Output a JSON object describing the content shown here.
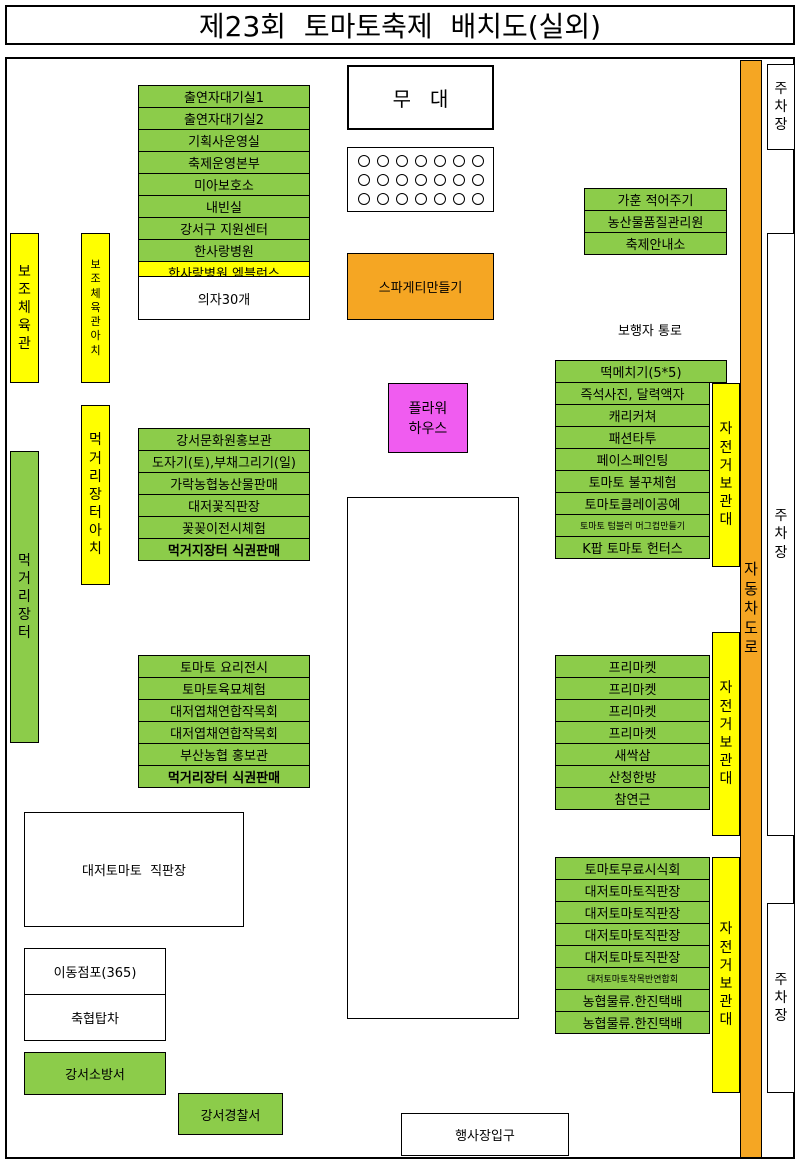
{
  "title": "제23회  토마토축제  배치도(실외)",
  "stage": "무   대",
  "seats_rows": 3,
  "seats_cols": 7,
  "top_left_column": [
    {
      "text": "출연자대기실1",
      "color": "green"
    },
    {
      "text": "출연자대기실2",
      "color": "green"
    },
    {
      "text": "기획사운영실",
      "color": "green"
    },
    {
      "text": "축제운영본부",
      "color": "green"
    },
    {
      "text": "미아보호소",
      "color": "green"
    },
    {
      "text": "내빈실",
      "color": "green"
    },
    {
      "text": "강서구 지원센터",
      "color": "green"
    },
    {
      "text": "한사랑병원",
      "color": "green"
    },
    {
      "text": "한사랑병원 엠블런스",
      "color": "yellow"
    }
  ],
  "chairs": "의자30개",
  "spaghetti": "스파게티만들기",
  "flower_house": "플라워\n하우스",
  "walkway": "보행자 통로",
  "info_column": [
    "가훈 적어주기",
    "농산물품질관리원",
    "축제안내소"
  ],
  "mid_left_column": [
    {
      "text": "강서문화원홍보관",
      "bold": false
    },
    {
      "text": "도자기(토),부채그리기(일)",
      "bold": false
    },
    {
      "text": "가락농협농산물판매",
      "bold": false
    },
    {
      "text": "대저꽃직판장",
      "bold": false
    },
    {
      "text": "꽃꽂이전시체험",
      "bold": false
    },
    {
      "text": "먹거지장터 식권판매",
      "bold": true
    }
  ],
  "lower_left_column": [
    {
      "text": "토마토 요리전시",
      "bold": false
    },
    {
      "text": "토마토육묘체험",
      "bold": false
    },
    {
      "text": "대저엽채연합작목회",
      "bold": false
    },
    {
      "text": "대저엽채연합작목회",
      "bold": false
    },
    {
      "text": "부산농협 홍보관",
      "bold": false
    },
    {
      "text": "먹거리장터 식권판매",
      "bold": true
    }
  ],
  "right_top_wide": "떡메치기(5*5)",
  "right_top_column": [
    {
      "text": "즉석사진, 달력액자",
      "small": false
    },
    {
      "text": "캐리커쳐",
      "small": false
    },
    {
      "text": "패션타투",
      "small": false
    },
    {
      "text": "페이스페인팅",
      "small": false
    },
    {
      "text": "토마토 불꾸체험",
      "small": false
    },
    {
      "text": "토마토클레이공예",
      "small": false
    },
    {
      "text": "토마토 텀블러 머그컵만들기",
      "small": true
    },
    {
      "text": "K팝 토마토 헌터스",
      "small": false
    }
  ],
  "right_mid_column": [
    "프리마켓",
    "프리마켓",
    "프리마켓",
    "프리마켓",
    "새싹삼",
    "산청한방",
    "참연근"
  ],
  "right_low_column": [
    "토마토무료시식회",
    "대저토마토직판장",
    "대저토마토직판장",
    "대저토마토직판장",
    "대저토마토직판장",
    "대저토마토작목반연합회",
    "농협물류.한진택배",
    "농협물류.한진택배"
  ],
  "bike_rack": "자\n전\n거\n보\n관\n대",
  "road": "자\n동\n차\n도\n로",
  "parking": "주\n차\n장",
  "aux_gym": "보\n조\n체\n육\n관",
  "aux_gym_arch": "보\n조\n체\n육\n관\n아\n치",
  "food_arch": "먹\n거\n리\n장\n터\n아\n치",
  "food_market": "먹\n거\n리\n장\n터",
  "tomato_market": "대저토마토  직판장",
  "mobile_store": "이동점포(365)",
  "nh_truck": "축협탑차",
  "fire_station": "강서소방서",
  "police": "강서경찰서",
  "entrance": "행사장입구",
  "colors": {
    "green": "#8ccc4a",
    "yellow": "#ffff00",
    "orange": "#f5a623",
    "magenta": "#f05cf0"
  }
}
